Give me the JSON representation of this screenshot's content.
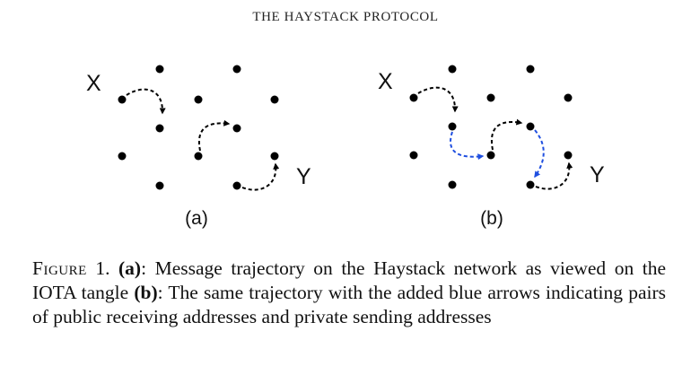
{
  "header": {
    "running_title": "THE HAYSTACK PROTOCOL"
  },
  "figure": {
    "colors": {
      "dot": "#000000",
      "black_arrow": "#000000",
      "blue_arrow": "#1f4fe0"
    },
    "panels": [
      {
        "id": "a",
        "label": "(a)",
        "start_label": "X",
        "end_label": "Y",
        "blue_arrow_count": 0,
        "black_arrow_count": 3
      },
      {
        "id": "b",
        "label": "(b)",
        "start_label": "X",
        "end_label": "Y",
        "blue_arrow_count": 2,
        "black_arrow_count": 3
      }
    ]
  },
  "caption": {
    "figure_word": "Figure",
    "figure_number": "1.",
    "part_a_label": "(a)",
    "part_a_text": ": Message trajectory on the Haystack network as viewed on the IOTA tangle",
    "part_b_label": "(b)",
    "part_b_text": ": The same trajectory with the added blue arrows indicating pairs of public receiving addresses and private sending addresses"
  }
}
